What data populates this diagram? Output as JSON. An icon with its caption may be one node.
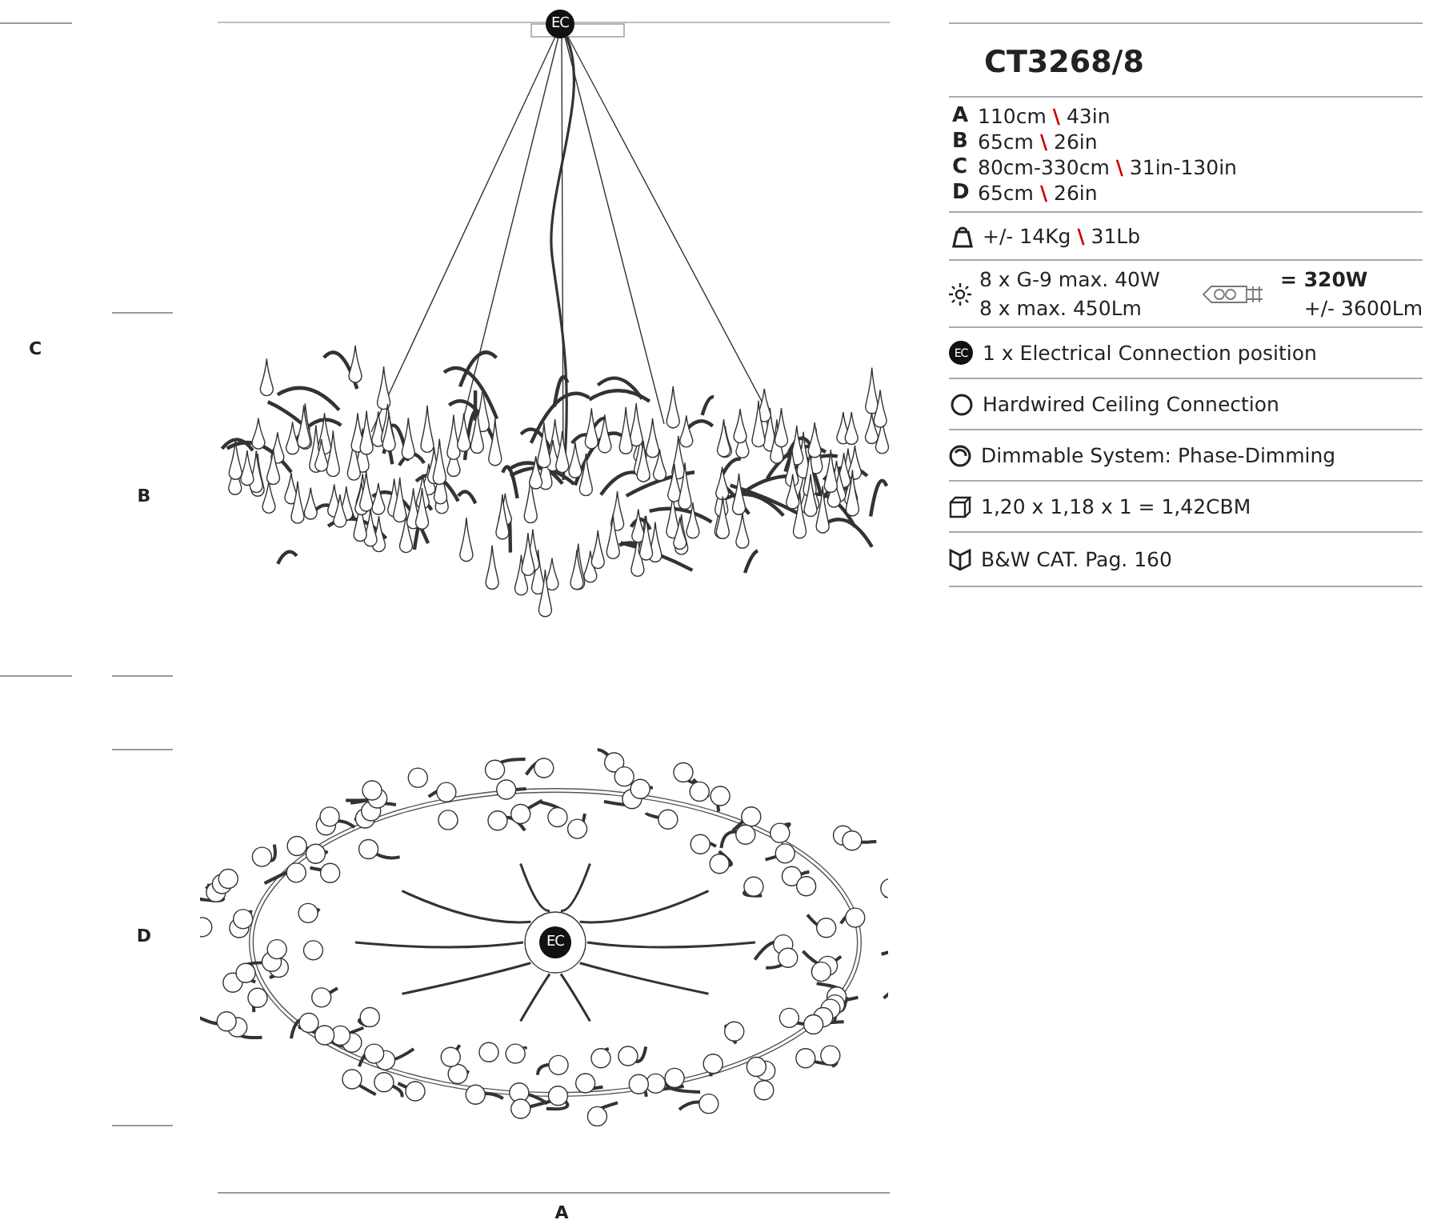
{
  "diagram": {
    "title": "CT3268/8",
    "labels": [
      "EC",
      "C",
      "B",
      "EC",
      "D",
      "A",
      "A",
      "110cm \\ 43in",
      "B",
      "65cm \\ 26in",
      "C",
      "80cm-330cm \\ 31in-130in",
      "D",
      "65cm \\ 26in",
      "+/- 14Kg \\ 31Lb",
      "8 x G-9 max. 40W",
      "8 x max. 450Lm",
      "= 320W",
      "+/- 3600Lm",
      "EC",
      "1 x Electrical Connection position",
      "Hardwired Ceiling Connection",
      "Dimmable System: Phase-Dimming",
      "1,20 x 1,18 x 1 = 1,42CBM",
      "B&W CAT. Pag. 160"
    ]
  }
}
